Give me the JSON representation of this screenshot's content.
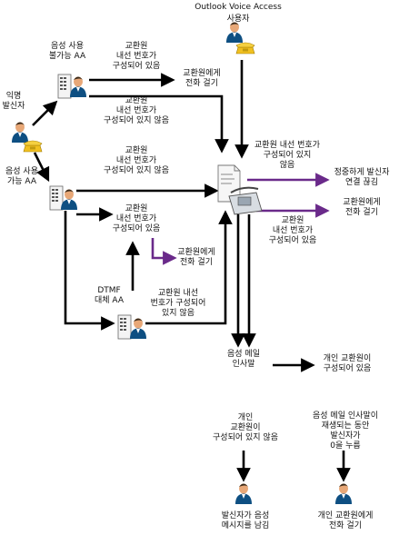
{
  "title": "Outlook Voice Access",
  "nodes": {
    "user": "사용자",
    "anonymous_caller": [
      "익명",
      "발신자"
    ],
    "speech_disabled_aa": [
      "음성 사용",
      "불가능 AA"
    ],
    "speech_enabled_aa": [
      "음성 사용",
      "가능 AA"
    ],
    "dtmf_fallback_aa": [
      "DTMF",
      "대체 AA"
    ],
    "voicemail_greeting": [
      "음성 메일",
      "인사말"
    ],
    "caller_leaves_message": [
      "발신자가 음성",
      "메시지를 남김"
    ],
    "call_personal_operator": [
      "개인 교환원에게",
      "전화 걸기"
    ]
  },
  "edges": {
    "op_configured_top": [
      "교환원",
      "내선 번호가",
      "구성되어 있음"
    ],
    "call_operator_top": [
      "교환원에게",
      "전화 걸기"
    ],
    "op_not_configured_top": [
      "교환원",
      "내선 번호가",
      "구성되어 있지 않음"
    ],
    "op_not_configured_mid": [
      "교환원",
      "내선 번호가",
      "구성되어 있지 않음"
    ],
    "op_not_configured_right": [
      "교환원 내선 번호가",
      "구성되어 있지",
      "않음"
    ],
    "hang_up": [
      "정중하게 발신자",
      "연결 끊김"
    ],
    "call_operator_right": [
      "교환원에게",
      "전화 걸기"
    ],
    "op_configured_right": [
      "교환원",
      "내선 번호가",
      "구성되어 있음"
    ],
    "op_configured_mid": [
      "교환원",
      "내선 번호가",
      "구성되어 있음"
    ],
    "call_operator_mid": [
      "교환원에게",
      "전화 걸기"
    ],
    "op_not_configured_dtmf": [
      "교환원 내선",
      "번호가 구성되어",
      "있지 않음"
    ],
    "personal_op_configured": [
      "개인 교환원이",
      "구성되어 있음"
    ],
    "personal_op_not_configured": [
      "개인",
      "교환원이",
      "구성되어 있지 않음"
    ],
    "zero_pressed": [
      "음성 메일 인사말이",
      "재생되는 동안",
      "발신자가",
      "0을 누름"
    ]
  },
  "colors": {
    "arrow": "#000000",
    "purple_arrow": "#6a2a8a",
    "person_head": "#e8a878",
    "person_body": "#0e4f82",
    "phone": "#f0c020"
  },
  "icons": [
    "person-icon",
    "phone-icon",
    "auto-attendant-icon",
    "voicemail-server-icon"
  ]
}
